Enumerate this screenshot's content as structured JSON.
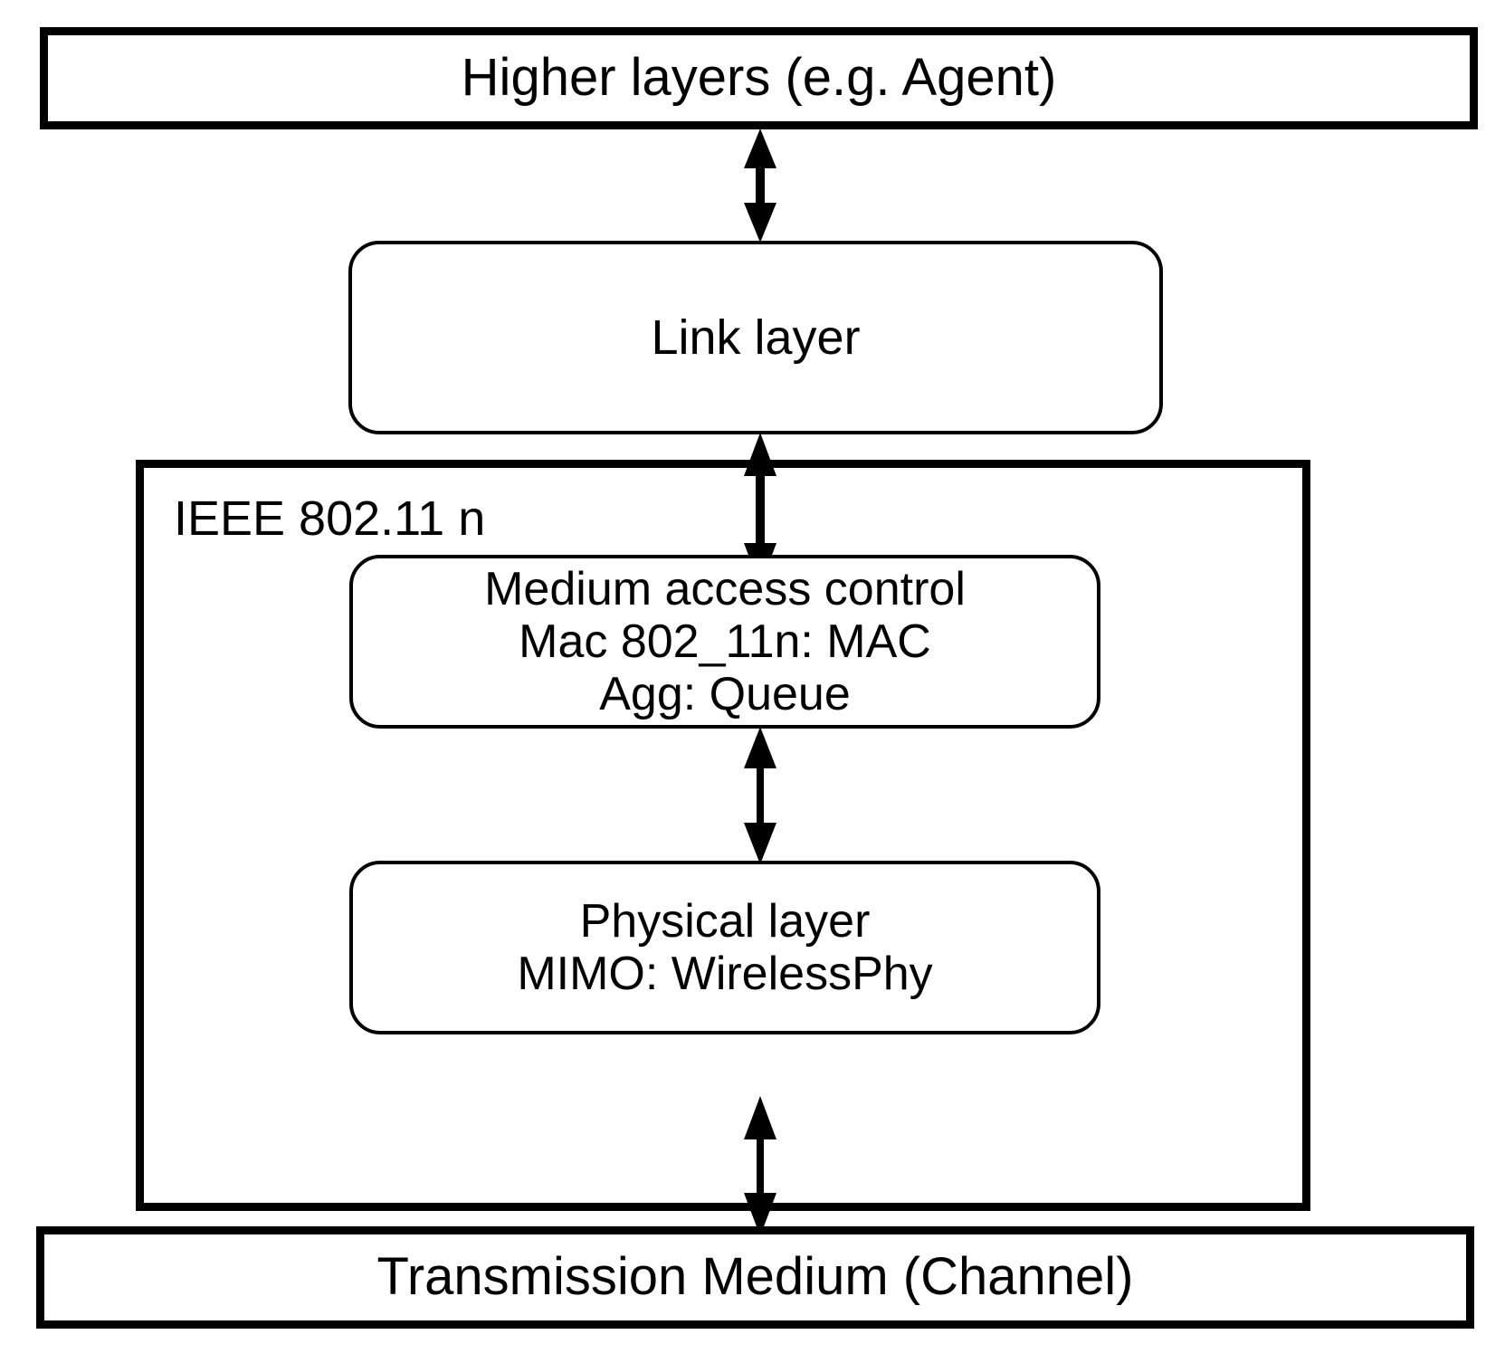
{
  "diagram": {
    "title_implicit": "IEEE 802.11n protocol stack",
    "blocks": {
      "higher_layers": {
        "label": "Higher layers (e.g. Agent)"
      },
      "link_layer": {
        "label": "Link layer"
      },
      "ieee_container": {
        "label": "IEEE 802.11 n"
      },
      "mac": {
        "label": "Medium access control\nMac 802_11n: MAC\nAgg: Queue"
      },
      "phy": {
        "label": "Physical layer\nMIMO: WirelessPhy"
      },
      "transmission_medium": {
        "label": "Transmission Medium (Channel)"
      }
    },
    "connectors": [
      {
        "name": "higher-layers-to-link-layer",
        "kind": "double-headed-vertical-arrow",
        "from": "higher_layers",
        "to": "link_layer"
      },
      {
        "name": "link-layer-to-mac",
        "kind": "double-headed-vertical-arrow",
        "from": "link_layer",
        "to": "mac"
      },
      {
        "name": "mac-to-phy",
        "kind": "double-headed-vertical-arrow",
        "from": "mac",
        "to": "phy"
      },
      {
        "name": "phy-to-transmission-medium",
        "kind": "double-headed-vertical-arrow",
        "from": "phy",
        "to": "transmission_medium"
      }
    ],
    "colors": {
      "stroke": "#000000",
      "fill": "#ffffff",
      "text": "#000000"
    }
  }
}
